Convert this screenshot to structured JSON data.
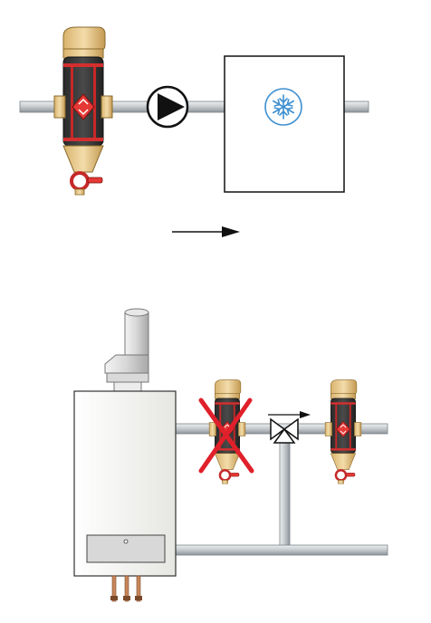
{
  "diagram": {
    "top_scheme": {
      "components": [
        {
          "name": "dirt-separator",
          "role": "magnetic dirt separator"
        },
        {
          "name": "circulation-pump",
          "role": "pump"
        },
        {
          "name": "chiller-unit",
          "icon": "snowflake-icon"
        }
      ],
      "flow_direction": "right"
    },
    "bottom_scheme": {
      "components": [
        {
          "name": "wall-boiler",
          "role": "boiler"
        },
        {
          "name": "crossed-separator",
          "status": "incorrect"
        },
        {
          "name": "three-way-valve",
          "role": "mixing valve"
        },
        {
          "name": "dirt-separator",
          "status": "correct"
        }
      ],
      "flow_direction": "right"
    },
    "colors": {
      "pipe": "#c4c9cc",
      "brass": "#e9c88e",
      "separator_body": "#3a3a3a",
      "separator_accent": "#e53935",
      "snowflake": "#3d8fd1",
      "cross": "#e0202a",
      "boiler": "#f2f2ef"
    }
  }
}
